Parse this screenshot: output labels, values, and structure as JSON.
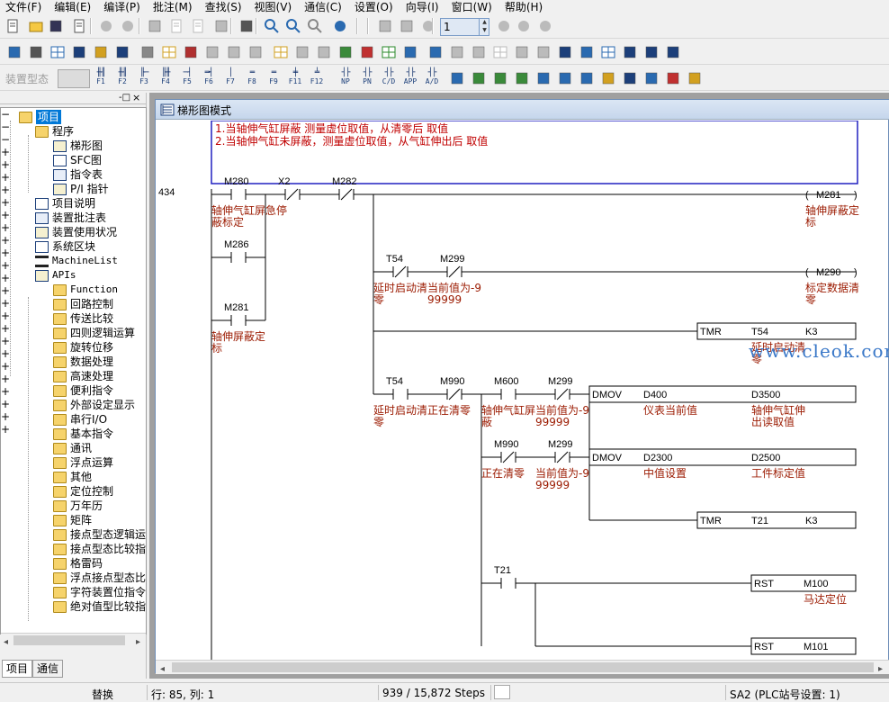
{
  "menu": [
    "文件(F)",
    "编辑(E)",
    "编译(P)",
    "批注(M)",
    "查找(S)",
    "视图(V)",
    "通信(C)",
    "设置(O)",
    "向导(I)",
    "窗口(W)",
    "帮助(H)"
  ],
  "toolbar": {
    "step_value": "1",
    "device_type_label": "装置型态",
    "fkeys": [
      {
        "glyph": "╫╢",
        "key": "F1"
      },
      {
        "glyph": "╫╢",
        "key": "F2"
      },
      {
        "glyph": "╟─",
        "key": "F3"
      },
      {
        "glyph": "╟╫",
        "key": "F4"
      },
      {
        "glyph": "─┤",
        "key": "F5"
      },
      {
        "glyph": "═┤",
        "key": "F6"
      },
      {
        "glyph": "│",
        "key": "F7"
      },
      {
        "glyph": "═",
        "key": "F8"
      },
      {
        "glyph": "═",
        "key": "F9"
      },
      {
        "glyph": "╪",
        "key": "F11"
      },
      {
        "glyph": "╧",
        "key": "F12"
      },
      {
        "glyph": "┤├",
        "key": "NP"
      },
      {
        "glyph": "┤├",
        "key": "PN"
      },
      {
        "glyph": "┤├",
        "key": "C/D"
      },
      {
        "glyph": "┤├",
        "key": "APP"
      },
      {
        "glyph": "┤├",
        "key": "A/D"
      }
    ]
  },
  "left_panel": {
    "tree": [
      {
        "label": "项目",
        "level": 0,
        "icon": "folder-open-icon",
        "selected": true
      },
      {
        "label": "程序",
        "level": 1,
        "icon": "program-folder-icon"
      },
      {
        "label": "梯形图",
        "level": 2,
        "icon": "ladder-icon"
      },
      {
        "label": "SFC图",
        "level": 2,
        "icon": "sfc-icon"
      },
      {
        "label": "指令表",
        "level": 2,
        "icon": "instruction-list-icon"
      },
      {
        "label": "P/I 指针",
        "level": 2,
        "icon": "pointer-icon"
      },
      {
        "label": "项目说明",
        "level": 1,
        "icon": "project-note-icon"
      },
      {
        "label": "装置批注表",
        "level": 1,
        "icon": "device-comment-icon"
      },
      {
        "label": "装置使用状况",
        "level": 1,
        "icon": "device-usage-icon"
      },
      {
        "label": "系统区块",
        "level": 1,
        "icon": "system-block-icon"
      },
      {
        "label": "MachineList",
        "level": 1,
        "icon": "machine-list-icon"
      },
      {
        "label": "APIs",
        "level": 1,
        "icon": "apis-icon"
      },
      {
        "label": "Function",
        "level": 2,
        "icon": "folder-icon"
      },
      {
        "label": "回路控制",
        "level": 2,
        "icon": "folder-icon"
      },
      {
        "label": "传送比较",
        "level": 2,
        "icon": "folder-icon"
      },
      {
        "label": "四则逻辑运算",
        "level": 2,
        "icon": "folder-icon"
      },
      {
        "label": "旋转位移",
        "level": 2,
        "icon": "folder-icon"
      },
      {
        "label": "数据处理",
        "level": 2,
        "icon": "folder-icon"
      },
      {
        "label": "高速处理",
        "level": 2,
        "icon": "folder-icon"
      },
      {
        "label": "便利指令",
        "level": 2,
        "icon": "folder-icon"
      },
      {
        "label": "外部设定显示",
        "level": 2,
        "icon": "folder-icon"
      },
      {
        "label": "串行I/O",
        "level": 2,
        "icon": "folder-icon"
      },
      {
        "label": "基本指令",
        "level": 2,
        "icon": "folder-icon"
      },
      {
        "label": "通讯",
        "level": 2,
        "icon": "folder-icon"
      },
      {
        "label": "浮点运算",
        "level": 2,
        "icon": "folder-icon"
      },
      {
        "label": "其他",
        "level": 2,
        "icon": "folder-icon"
      },
      {
        "label": "定位控制",
        "level": 2,
        "icon": "folder-icon"
      },
      {
        "label": "万年历",
        "level": 2,
        "icon": "folder-icon"
      },
      {
        "label": "矩阵",
        "level": 2,
        "icon": "folder-icon"
      },
      {
        "label": "接点型态逻辑运",
        "level": 2,
        "icon": "folder-icon"
      },
      {
        "label": "接点型态比较指",
        "level": 2,
        "icon": "folder-icon"
      },
      {
        "label": "格雷码",
        "level": 2,
        "icon": "folder-icon"
      },
      {
        "label": "浮点接点型态比",
        "level": 2,
        "icon": "folder-icon"
      },
      {
        "label": "字符装置位指令",
        "level": 2,
        "icon": "folder-icon"
      },
      {
        "label": "绝对值型比较指",
        "level": 2,
        "icon": "folder-icon"
      }
    ],
    "tabs": [
      "项目",
      "通信"
    ],
    "pin_label": "-□",
    "close_label": "×"
  },
  "editor": {
    "title": "梯形图模式",
    "comment_lines": [
      "1.当轴伸气缸屏蔽   测量虚位取值，从清零后    取值",
      "2.当轴伸气缸未屏蔽，测量虚位取值，从气缸伸出后  取值"
    ],
    "step_no": "434",
    "contacts": [
      {
        "dev": "M280",
        "type": "NO",
        "row": 0,
        "col": 0,
        "label": [
          "轴伸气缸屏急停",
          "蔽标定"
        ]
      },
      {
        "dev": "X2",
        "type": "NC",
        "row": 0,
        "col": 1,
        "label": []
      },
      {
        "dev": "M282",
        "type": "NC",
        "row": 0,
        "col": 2,
        "label": []
      },
      {
        "dev": "M286",
        "type": "NO",
        "row": 1,
        "col": 0,
        "label": []
      },
      {
        "dev": "M281",
        "type": "NO",
        "row": 2,
        "col": 0,
        "label": [
          "轴伸屏蔽定",
          "标"
        ]
      },
      {
        "dev": "T54",
        "type": "NC",
        "row": 3,
        "col": 3,
        "label": [
          "延时启动清当前值为-9",
          "零"
        ]
      },
      {
        "dev": "M299",
        "type": "NC",
        "row": 3,
        "col": 4,
        "label": [
          "",
          "99999"
        ]
      },
      {
        "dev": "T54",
        "type": "NO",
        "row": 5,
        "col": 3,
        "label": [
          "延时启动清正在清零",
          "零"
        ]
      },
      {
        "dev": "M990",
        "type": "NC",
        "row": 5,
        "col": 4,
        "label": []
      },
      {
        "dev": "M600",
        "type": "NO",
        "row": 5,
        "col": 5,
        "label": [
          "轴伸气缸屏当前值为-9",
          "蔽"
        ]
      },
      {
        "dev": "M299",
        "type": "NC",
        "row": 5,
        "col": 6,
        "label": [
          "",
          "99999"
        ]
      },
      {
        "dev": "M990",
        "type": "NC",
        "row": 6,
        "col": 5,
        "label": [
          "正在清零"
        ]
      },
      {
        "dev": "M299",
        "type": "NC",
        "row": 6,
        "col": 6,
        "label": [
          "当前值为-9",
          "99999"
        ]
      },
      {
        "dev": "T21",
        "type": "NO",
        "row": 8,
        "col": 5,
        "label": []
      }
    ],
    "coils": [
      {
        "dev": "M281",
        "row": 0,
        "label": [
          "轴伸屏蔽定",
          "标"
        ]
      },
      {
        "dev": "M290",
        "row": 3,
        "label": [
          "标定数据清",
          "零"
        ]
      }
    ],
    "boxes": [
      {
        "op": "TMR",
        "a": "T54",
        "b": "K3",
        "row": 4,
        "label": [
          "延时启动清",
          "零"
        ]
      },
      {
        "op": "DMOV",
        "a": "D400",
        "b": "D3500",
        "row": 5,
        "label_a": [
          "仪表当前值"
        ],
        "label_b": [
          "轴伸气缸伸",
          "出读取值"
        ]
      },
      {
        "op": "DMOV",
        "a": "D2300",
        "b": "D2500",
        "row": 6,
        "label_a": [
          "中值设置"
        ],
        "label_b": [
          "工件标定值"
        ]
      },
      {
        "op": "TMR",
        "a": "T21",
        "b": "K3",
        "row": 7,
        "label": []
      },
      {
        "op": "RST",
        "a": "M100",
        "b": "",
        "row": 8,
        "label": [
          "马达定位"
        ]
      },
      {
        "op": "RST",
        "a": "M101",
        "b": "",
        "row": 9,
        "label": []
      }
    ]
  },
  "watermark": "www.cleok.com",
  "status": {
    "mode": "替换",
    "position": "行: 85, 列: 1",
    "steps": "939 / 15,872 Steps",
    "station": "SA2 (PLC站号设置: 1)"
  }
}
